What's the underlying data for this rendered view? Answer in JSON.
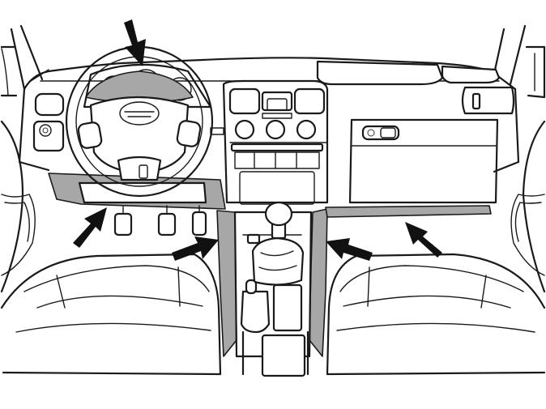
{
  "diagram": {
    "shade_color": "#a7a7a7",
    "line_color": "#1a1a1a",
    "arrow_color": "#111111",
    "arrows": [
      "arrow-steering-wheel",
      "arrow-lower-dash-panel",
      "arrow-tunnel-left",
      "arrow-tunnel-right",
      "arrow-sill-trim-right"
    ]
  }
}
